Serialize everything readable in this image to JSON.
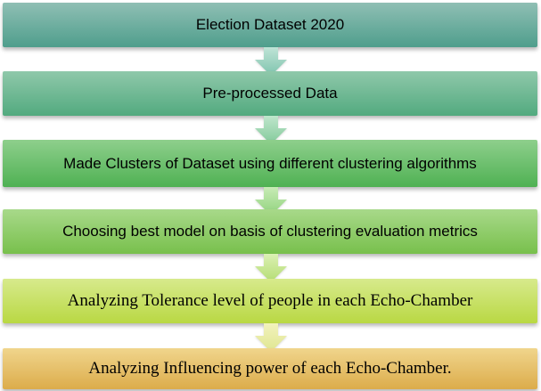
{
  "steps": [
    {
      "label": "Election Dataset 2020",
      "color_top": "#8fbfb4",
      "color_bottom": "#4f9e8c",
      "font": "sans"
    },
    {
      "label": "Pre-processed Data",
      "color_top": "#8fc8aa",
      "color_bottom": "#52aa7f",
      "font": "sans"
    },
    {
      "label": "Made Clusters of Dataset using different clustering algorithms",
      "color_top": "#8ecf8c",
      "color_bottom": "#4fb153",
      "font": "sans"
    },
    {
      "label": "Choosing best model on basis of clustering evaluation metrics",
      "color_top": "#a8d98a",
      "color_bottom": "#78c04c",
      "font": "sans"
    },
    {
      "label": "Analyzing Tolerance level of people in each Echo-Chamber",
      "color_top": "#d7ea8c",
      "color_bottom": "#b9d843",
      "font": "serif"
    },
    {
      "label": "Analyzing Influencing power of each Echo-Chamber.",
      "color_top": "#f0d58c",
      "color_bottom": "#dcac4b",
      "font": "serif"
    }
  ],
  "arrows": [
    {
      "color_top": "#bfe3d6",
      "color_bottom": "#7ec4ad"
    },
    {
      "color_top": "#bfe6cc",
      "color_bottom": "#82c99a"
    },
    {
      "color_top": "#c8ebb6",
      "color_bottom": "#8fd27c"
    },
    {
      "color_top": "#dbf0b4",
      "color_bottom": "#b4dd72"
    },
    {
      "color_top": "#f2f2bd",
      "color_bottom": "#dfe690"
    }
  ]
}
